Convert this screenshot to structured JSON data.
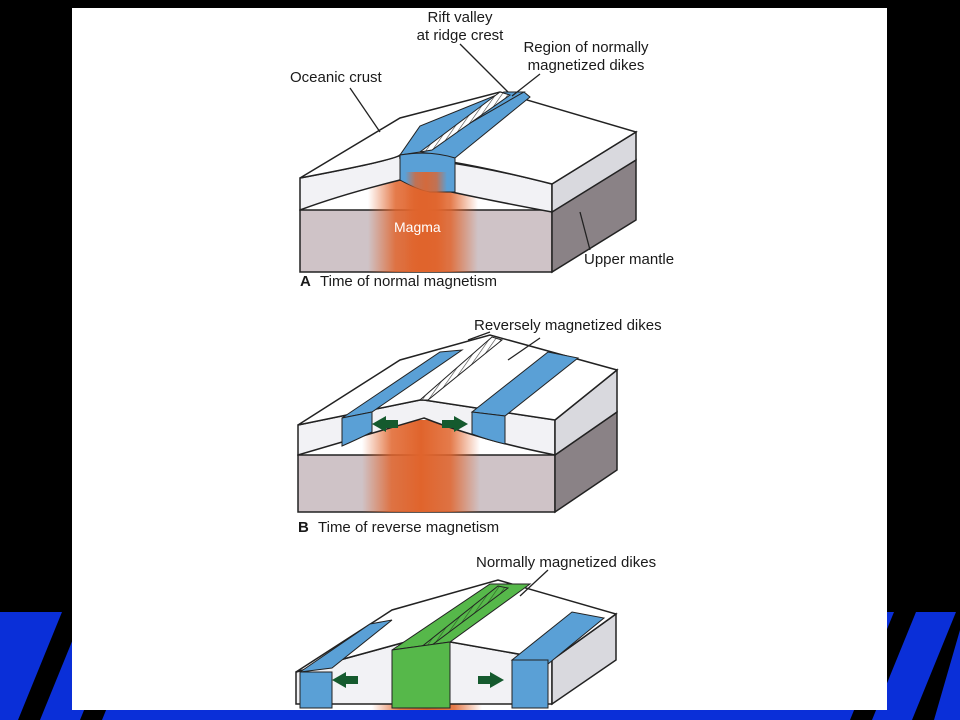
{
  "colors": {
    "slide_background": "#000000",
    "stripe_band": "#0a2fd8",
    "stripe_dark": "#000000",
    "paper": "#ffffff",
    "crust_top": "#ffffff",
    "crust_side": "#e9e9ee",
    "mantle_front": "#cfc3c7",
    "mantle_side": "#8a8286",
    "magma": "#e0642c",
    "normal_dike": "#5aa0d6",
    "new_normal_dike": "#56b84a",
    "arrow": "#155a2e",
    "line": "#222222"
  },
  "panel_a": {
    "label_rift": [
      "Rift valley",
      "at ridge crest"
    ],
    "label_region": [
      "Region of normally",
      "magnetized dikes"
    ],
    "label_crust": "Oceanic crust",
    "label_magma": "Magma",
    "label_mantle": "Upper mantle",
    "caption_letter": "A",
    "caption_text": "Time of normal magnetism"
  },
  "panel_b": {
    "label_dikes": "Reversely magnetized dikes",
    "caption_letter": "B",
    "caption_text": "Time of reverse magnetism"
  },
  "panel_c": {
    "label_dikes": "Normally magnetized dikes"
  }
}
